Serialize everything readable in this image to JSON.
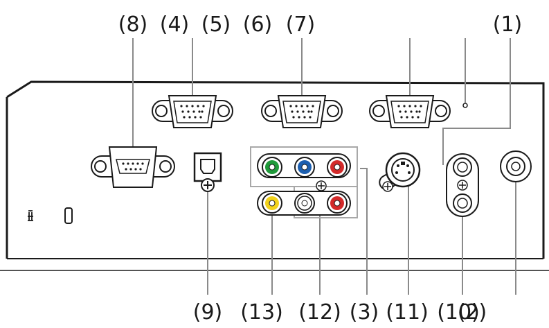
{
  "callouts_top": [
    {
      "id": "8",
      "text": "(8)"
    },
    {
      "id": "4",
      "text": "(4)"
    },
    {
      "id": "5",
      "text": "(5)"
    },
    {
      "id": "6",
      "text": "(6)"
    },
    {
      "id": "7",
      "text": "(7)"
    },
    {
      "id": "1",
      "text": "(1)"
    }
  ],
  "callouts_bottom": [
    {
      "id": "9",
      "text": "(9)"
    },
    {
      "id": "13",
      "text": "(13)"
    },
    {
      "id": "12",
      "text": "(12)"
    },
    {
      "id": "3",
      "text": "(3)"
    },
    {
      "id": "11",
      "text": "(11)"
    },
    {
      "id": "10",
      "text": "(10)"
    },
    {
      "id": "2",
      "text": "(2)"
    }
  ],
  "colors": {
    "rca_green": "#1f9a3a",
    "rca_blue": "#1c5fb0",
    "rca_red": "#d32a2a",
    "rca_yellow": "#f2d21b",
    "rca_white": "#ffffff",
    "line": "#1a1a1a",
    "leader": "#8a8a8a"
  }
}
